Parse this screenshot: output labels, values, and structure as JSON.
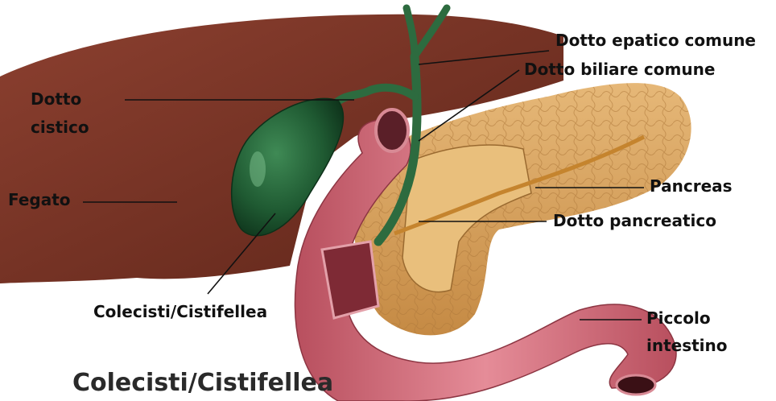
{
  "labels": {
    "dotto_epatico_comune": "Dotto epatico comune",
    "dotto_biliare_comune": "Dotto biliare comune",
    "dotto_cistico_line1": "Dotto",
    "dotto_cistico_line2": "cistico",
    "fegato": "Fegato",
    "pancreas": "Pancreas",
    "dotto_pancreatico": "Dotto pancreatico",
    "colecisti": "Colecisti/Cistifellea",
    "piccolo_intestino_line1": "Piccolo",
    "piccolo_intestino_line2": "intestino"
  },
  "title": "Colecisti/Cistifellea",
  "colors": {
    "liver": "#7a3424",
    "gallbladder": "#1f5a32",
    "pancreas": "#d9a25a",
    "intestine": "#d8707e",
    "leader": "#111111"
  }
}
